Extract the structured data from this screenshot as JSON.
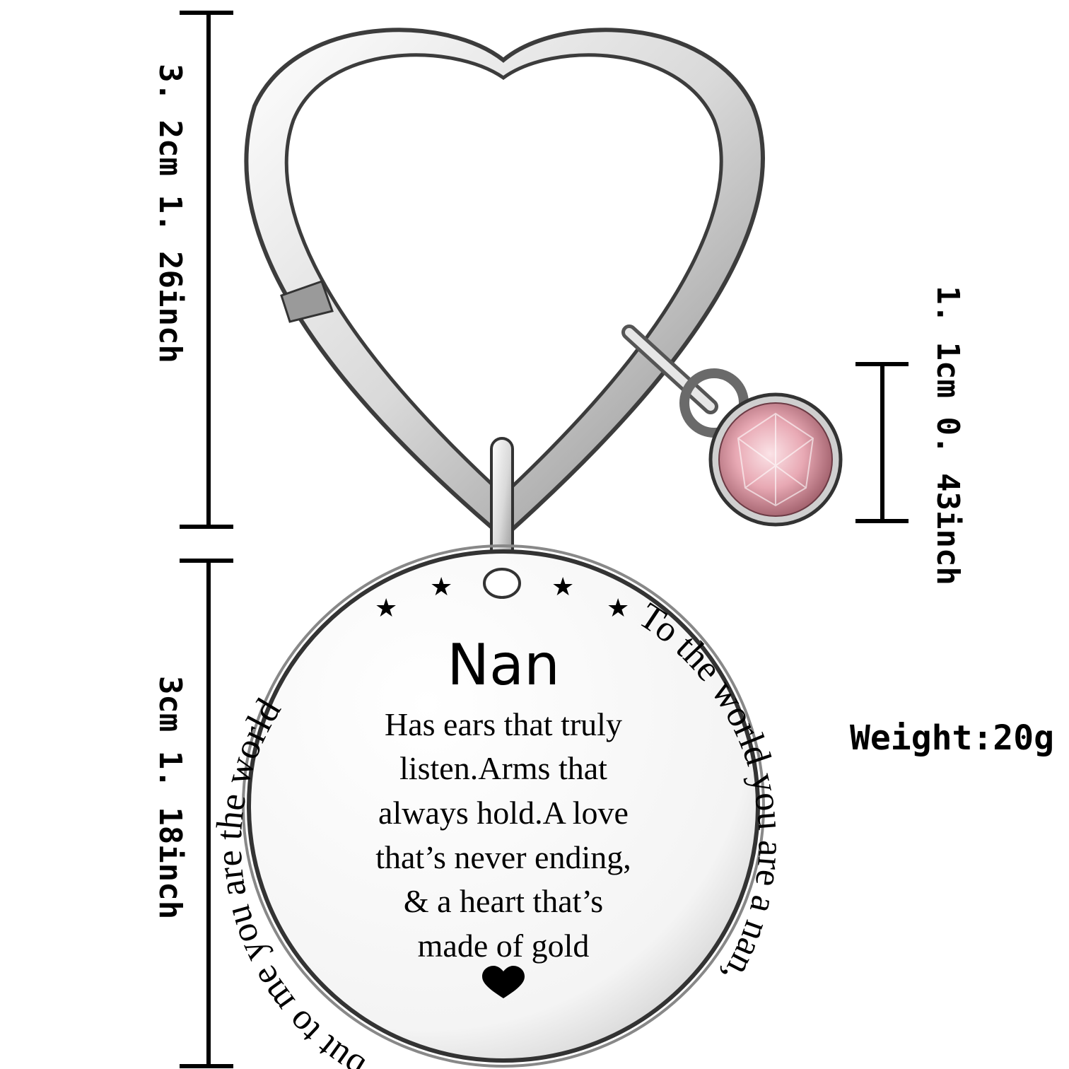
{
  "dimensions": {
    "ring_size": "3. 2cm 1. 26inch",
    "disc_size": "3cm 1. 18inch",
    "charm_size": "1. 1cm 0. 43inch"
  },
  "weight": "Weight:20g",
  "disc": {
    "title": "Nan",
    "message_lines": [
      "Has  ears  that truly",
      "listen.Arms  that",
      "always  hold.A love",
      "that’s never ending,",
      "& a heart that’s",
      "made of gold"
    ],
    "circular_text_right": "To the world you are a nan,",
    "circular_text_left": "but to me you are the world"
  },
  "colors": {
    "metal_dark": "#4a4a4a",
    "metal_light": "#f2f2f2",
    "gem_pink": "#e8a9b4",
    "ink": "#000000"
  }
}
